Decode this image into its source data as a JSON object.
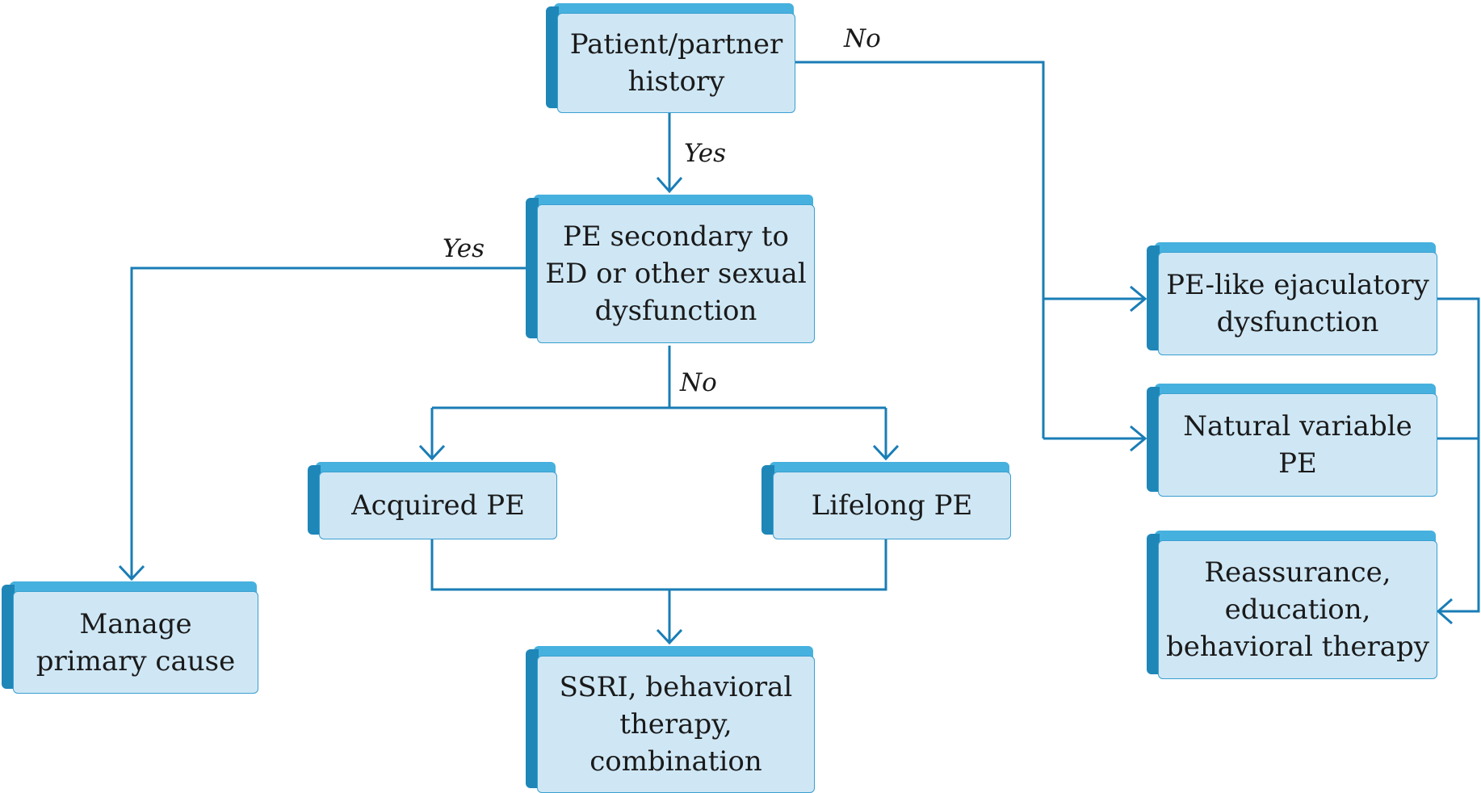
{
  "colors": {
    "face": "#cfe7f5",
    "face_border": "#3a9fd0",
    "box_side": "#1f86b8",
    "box_top": "#46b1de",
    "connector": "#1a7db6",
    "text": "#1a1a1a"
  },
  "nodes": {
    "history": "Patient/partner\nhistory",
    "secondary": "PE secondary to\nED or other sexual\ndysfunction",
    "acquired": "Acquired PE",
    "lifelong": "Lifelong PE",
    "ssri": "SSRI, behavioral\ntherapy,\ncombination",
    "manage": "Manage\nprimary cause",
    "pe_like": "PE-like ejaculatory\ndysfunction",
    "natural": "Natural variable\nPE",
    "reassurance": "Reassurance,\neducation,\nbehavioral therapy"
  },
  "edge_labels": {
    "history_no": "No",
    "history_yes": "Yes",
    "secondary_yes": "Yes",
    "secondary_no": "No"
  }
}
